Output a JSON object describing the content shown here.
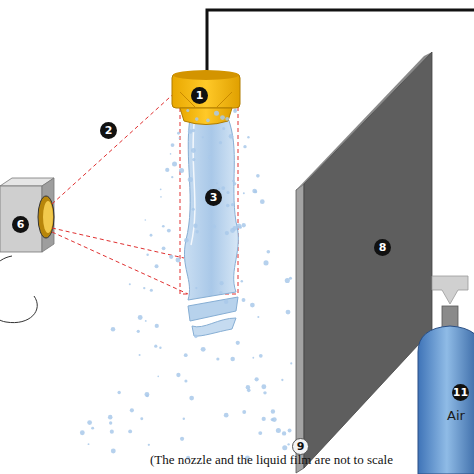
{
  "diagram": {
    "caption": "(The nozzle and the liquid film are not to scale",
    "labels": [
      "1",
      "2",
      "3",
      "6",
      "8",
      "9",
      "11",
      "Air"
    ]
  }
}
